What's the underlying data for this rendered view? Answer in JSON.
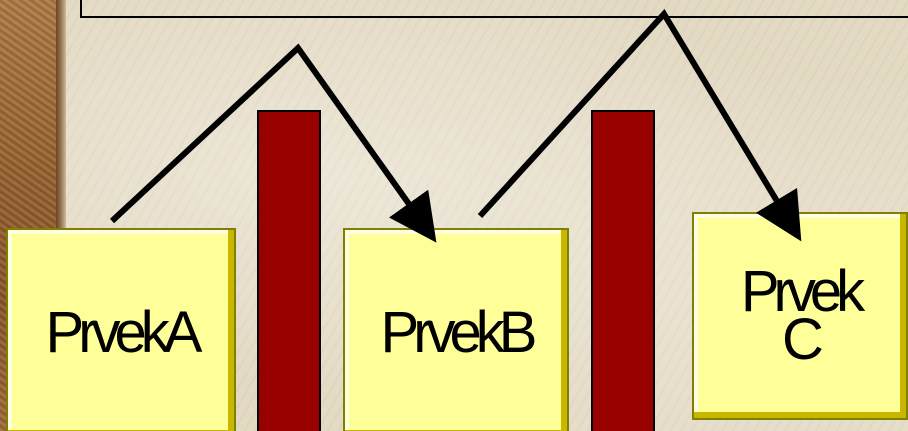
{
  "nodes": [
    {
      "label": "PrvekA"
    },
    {
      "label": "PrvekB"
    },
    {
      "label": "Prvek\nC"
    }
  ],
  "colors": {
    "node_fill": "#ffff99",
    "separator_bar": "#990000",
    "arrow": "#000000"
  }
}
